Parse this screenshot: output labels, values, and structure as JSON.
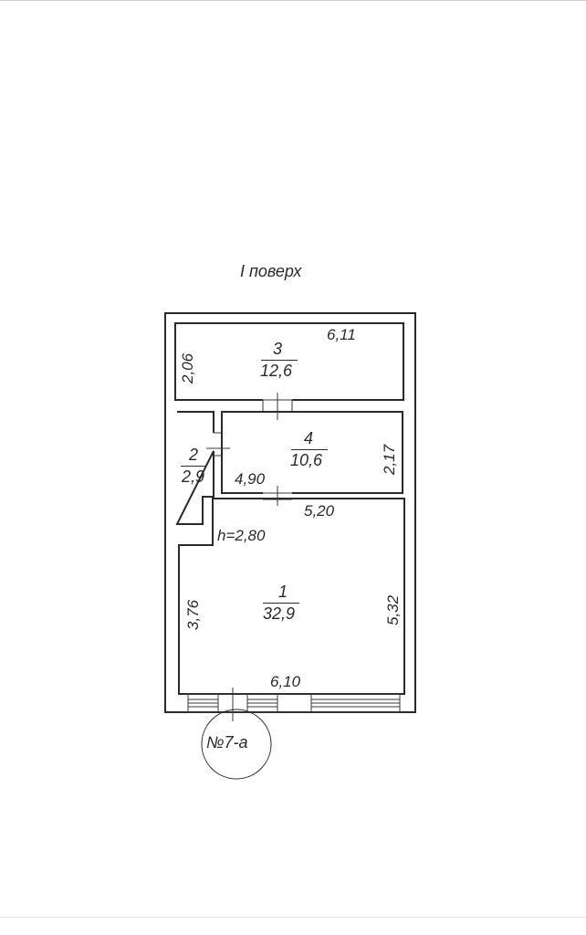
{
  "plan": {
    "floor_title": "I поверх",
    "ceiling_height": "h=2,80",
    "unit_marker": "№7-а",
    "rooms": [
      {
        "number": "1",
        "area": "32,9"
      },
      {
        "number": "2",
        "area": "2,9"
      },
      {
        "number": "3",
        "area": "12,6"
      },
      {
        "number": "4",
        "area": "10,6"
      }
    ],
    "dimensions": {
      "room3_width": "6,11",
      "room3_height": "2,06",
      "room4_width": "4,90",
      "room4_height": "2,17",
      "room1_top_width": "5,20",
      "room1_left_height": "3,76",
      "room1_right_height": "5,32",
      "room1_bottom_width": "6,10"
    },
    "colors": {
      "line": "#2a2a2a",
      "background": "#ffffff"
    }
  }
}
